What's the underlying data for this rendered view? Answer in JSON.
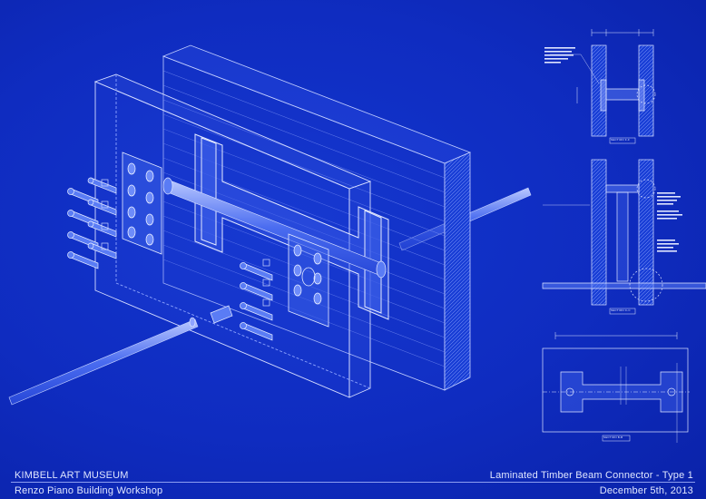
{
  "drawing": {
    "sections": [
      {
        "label": "SECTION F-F"
      },
      {
        "label": "SECTION C-C"
      },
      {
        "label": "SECTION B-B"
      }
    ]
  },
  "title_block": {
    "project": "KIMBELL  ART MUSEUM",
    "architect": "Renzo Piano Building Workshop",
    "sheet_title": "Laminated Timber Beam Connector - Type 1",
    "date": "December 5th, 2013"
  }
}
